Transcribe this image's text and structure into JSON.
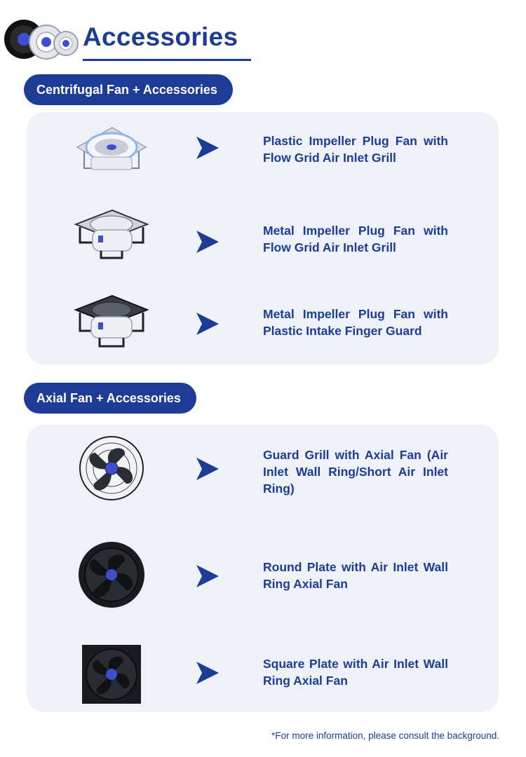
{
  "header": {
    "title": "Accessories",
    "logo_icon": "fan-impellers-logo-icon"
  },
  "colors": {
    "brand_blue": "#1d3c96",
    "panel_bg": "#eef1f7",
    "fan_hub_blue": "#3b4fd0"
  },
  "sections": [
    {
      "label": "Centrifugal Fan + Accessories",
      "items": [
        {
          "icon": "plastic-plug-fan-icon",
          "text": "Plastic Impeller Plug Fan with Flow Grid Air Inlet Grill"
        },
        {
          "icon": "metal-plug-fan-grill-icon",
          "text": "Metal Impeller Plug Fan with Flow Grid Air Inlet Grill"
        },
        {
          "icon": "metal-plug-fan-guard-icon",
          "text": "Metal Impeller Plug Fan with Plastic Intake Finger Guard"
        }
      ]
    },
    {
      "label": "Axial Fan + Accessories",
      "items": [
        {
          "icon": "axial-fan-guard-grill-icon",
          "text": "Guard Grill with Axial Fan (Air Inlet Wall Ring/Short Air Inlet Ring)"
        },
        {
          "icon": "round-plate-axial-fan-icon",
          "text": "Round Plate with Air Inlet Wall Ring Axial Fan"
        },
        {
          "icon": "square-plate-axial-fan-icon",
          "text": "Square Plate with Air Inlet Wall Ring Axial Fan"
        }
      ]
    }
  ],
  "footnote": "*For more information, please consult the background."
}
